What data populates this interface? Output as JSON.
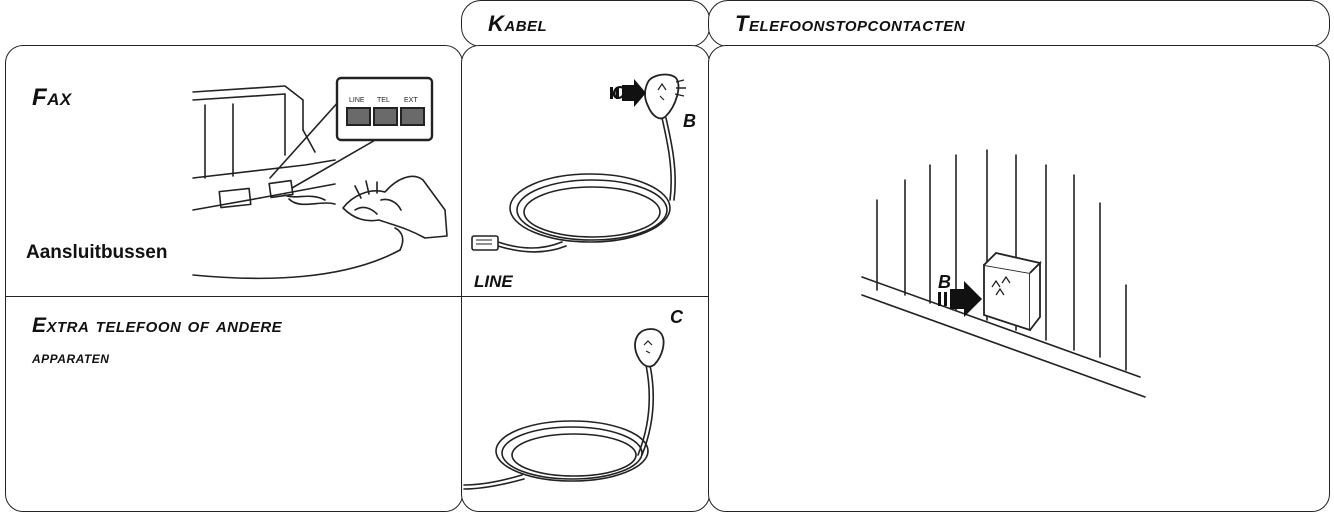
{
  "headers": {
    "kabel": "Kabel",
    "telefoonstopcontacten": "Telefoonstopcontacten"
  },
  "fax_panel": {
    "title": "Fax",
    "port_labels": [
      "LINE",
      "TEL",
      "EXT"
    ],
    "sockets_label": "Aansluitbussen"
  },
  "extra_panel": {
    "title_line1": "Extra telefoon of andere",
    "title_line2": "apparaten"
  },
  "cable_panel": {
    "label_c_top": "C",
    "label_b": "B",
    "label_line": "LINE",
    "label_c_bottom": "C"
  },
  "wall_panel": {
    "label_b": "B"
  },
  "colors": {
    "stroke": "#222222",
    "text": "#111111",
    "background": "#ffffff",
    "port_fill": "#6a6a6a"
  }
}
